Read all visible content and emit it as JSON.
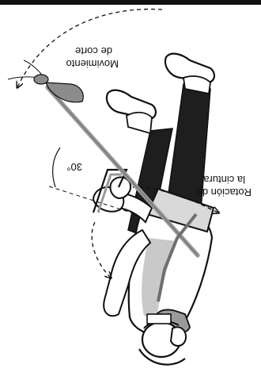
{
  "labels": {
    "cutting_motion": [
      "Movimiento",
      "de corte"
    ],
    "waist_rotation": [
      "Rotación de",
      "la cintura"
    ],
    "angle": "30°"
  },
  "colors": {
    "ink": "#111111",
    "shaft": "#9a9a9a",
    "cutter_head": "#8c8c8c",
    "shirt_shade": "#c9c9c9",
    "harness": "#6f6f6f",
    "trousers": "#1e1e1e"
  },
  "orientation": "upside-down"
}
